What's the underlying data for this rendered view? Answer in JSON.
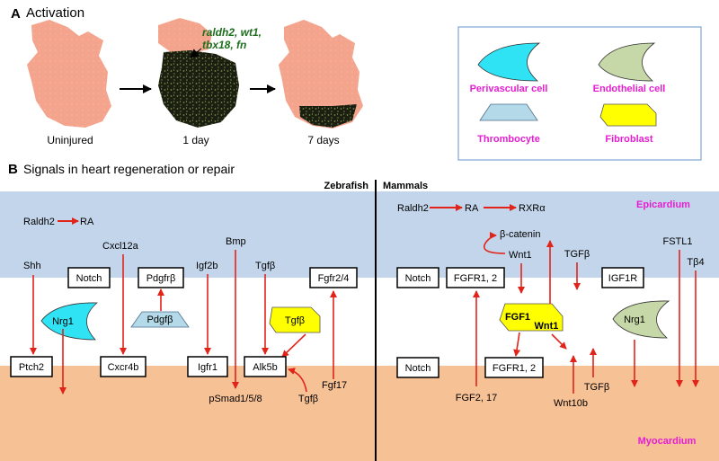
{
  "panel_a": {
    "letter": "A",
    "title": "Activation",
    "genes": [
      "raldh2, wt1,",
      "tbx18, fn"
    ],
    "stages": [
      "Uninjured",
      "1 day",
      "7 days"
    ]
  },
  "legend": {
    "items": [
      "Perivascular cell",
      "Endothelial cell",
      "Thrombocyte",
      "Fibroblast"
    ]
  },
  "panel_b": {
    "letter": "B",
    "title": "Signals in heart regeneration or repair",
    "zebrafish_title": "Zebrafish",
    "mammals_title": "Mammals",
    "epicardium_label": "Epicardium",
    "myocardium_label": "Myocardium"
  },
  "zebrafish": {
    "raldh2": "Raldh2",
    "ra": "RA",
    "shh": "Shh",
    "cxcl12a": "Cxcl12a",
    "igf2b": "Igf2b",
    "bmp": "Bmp",
    "tgfb_top": "Tgfβ",
    "notch": "Notch",
    "pdgfrb": "Pdgfrβ",
    "fgfr24": "Fgfr2/4",
    "nrg1": "Nrg1",
    "pdgfb": "Pdgfβ",
    "tgfb_fib": "Tgfβ",
    "ptch2": "Ptch2",
    "cxcr4b": "Cxcr4b",
    "igfr1": "Igfr1",
    "alk5b": "Alk5b",
    "fgf17": "Fgf17",
    "psmad": "pSmad1/5/8",
    "tgfb_bottom": "Tgfβ"
  },
  "mammals": {
    "raldh2": "Raldh2",
    "ra": "RA",
    "rxra": "RXRα",
    "bcatenin": "β-catenin",
    "wnt1_top": "Wnt1",
    "tgfb_top": "TGFβ",
    "fstl1": "FSTL1",
    "tb4": "Tβ4",
    "notch_top": "Notch",
    "fgfr12_top": "FGFR1, 2",
    "igf1r": "IGF1R",
    "fgf1": "FGF1",
    "wnt1_fib": "Wnt1",
    "nrg1": "Nrg1",
    "notch_bottom": "Notch",
    "fgfr12_bottom": "FGFR1, 2",
    "fgf217": "FGF2, 17",
    "wnt10b": "Wnt10b",
    "tgfb_bottom": "TGFβ"
  },
  "colors": {
    "epicardium": "#c3d5eb",
    "myocardium": "#f7c196",
    "arrow": "#e2231a",
    "magenta": "#e61ed2",
    "heart": "#f4a48d",
    "perivascular": "#2fe2f4",
    "endothelial": "#c7d8a8",
    "thrombocyte": "#b4d9e8",
    "fibroblast": "#ffff00",
    "gene_green": "#1e6e1e"
  }
}
